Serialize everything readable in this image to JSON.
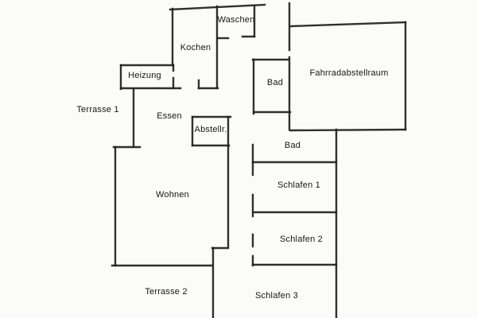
{
  "plan": {
    "title": "apartment-floor-plan",
    "colors": {
      "background": "#fbfbfa",
      "wall": "#202020",
      "text": "#161616"
    }
  },
  "rooms": {
    "waschen": "Waschen",
    "kochen": "Kochen",
    "heizung": "Heizung",
    "terrasse1": "Terrasse 1",
    "essen": "Essen",
    "abstellraum": "Abstellr.",
    "bad_upper": "Bad",
    "fahrradabstellraum": "Fahrradabstellraum",
    "bad_lower": "Bad",
    "schlafen1": "Schlafen 1",
    "schlafen2": "Schlafen 2",
    "schlafen3": "Schlafen 3",
    "wohnen": "Wohnen",
    "terrasse2": "Terrasse 2"
  }
}
